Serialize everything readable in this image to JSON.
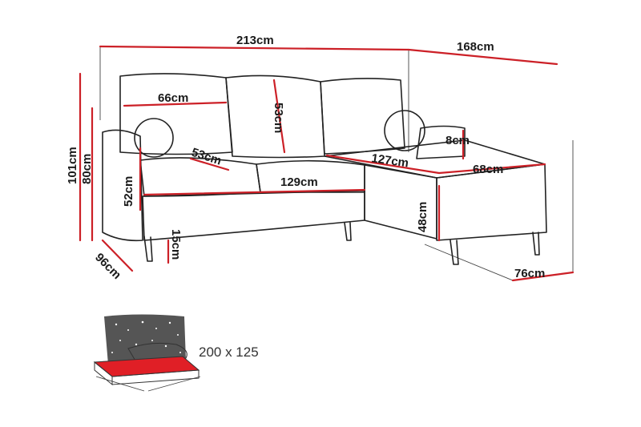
{
  "dimensions": {
    "total_width": "213cm",
    "chaise_depth": "168cm",
    "total_height": "101cm",
    "seat_back_height": "80cm",
    "pillow_width": "66cm",
    "pillow_height": "53cm",
    "armrest_height": "52cm",
    "seat_depth": "53cm",
    "seat_width": "129cm",
    "leg_height": "15cm",
    "depth": "96cm",
    "chaise_seat_length": "127cm",
    "chaise_back_height": "8cm",
    "chaise_width": "68cm",
    "chaise_height": "48cm",
    "chaise_total_width": "76cm"
  },
  "bed": {
    "size_label": "200 x 125"
  },
  "colors": {
    "dimension_line": "#cc2027",
    "outline": "#222222",
    "bed_surface": "#e01f26",
    "storage_dark": "#555555"
  }
}
